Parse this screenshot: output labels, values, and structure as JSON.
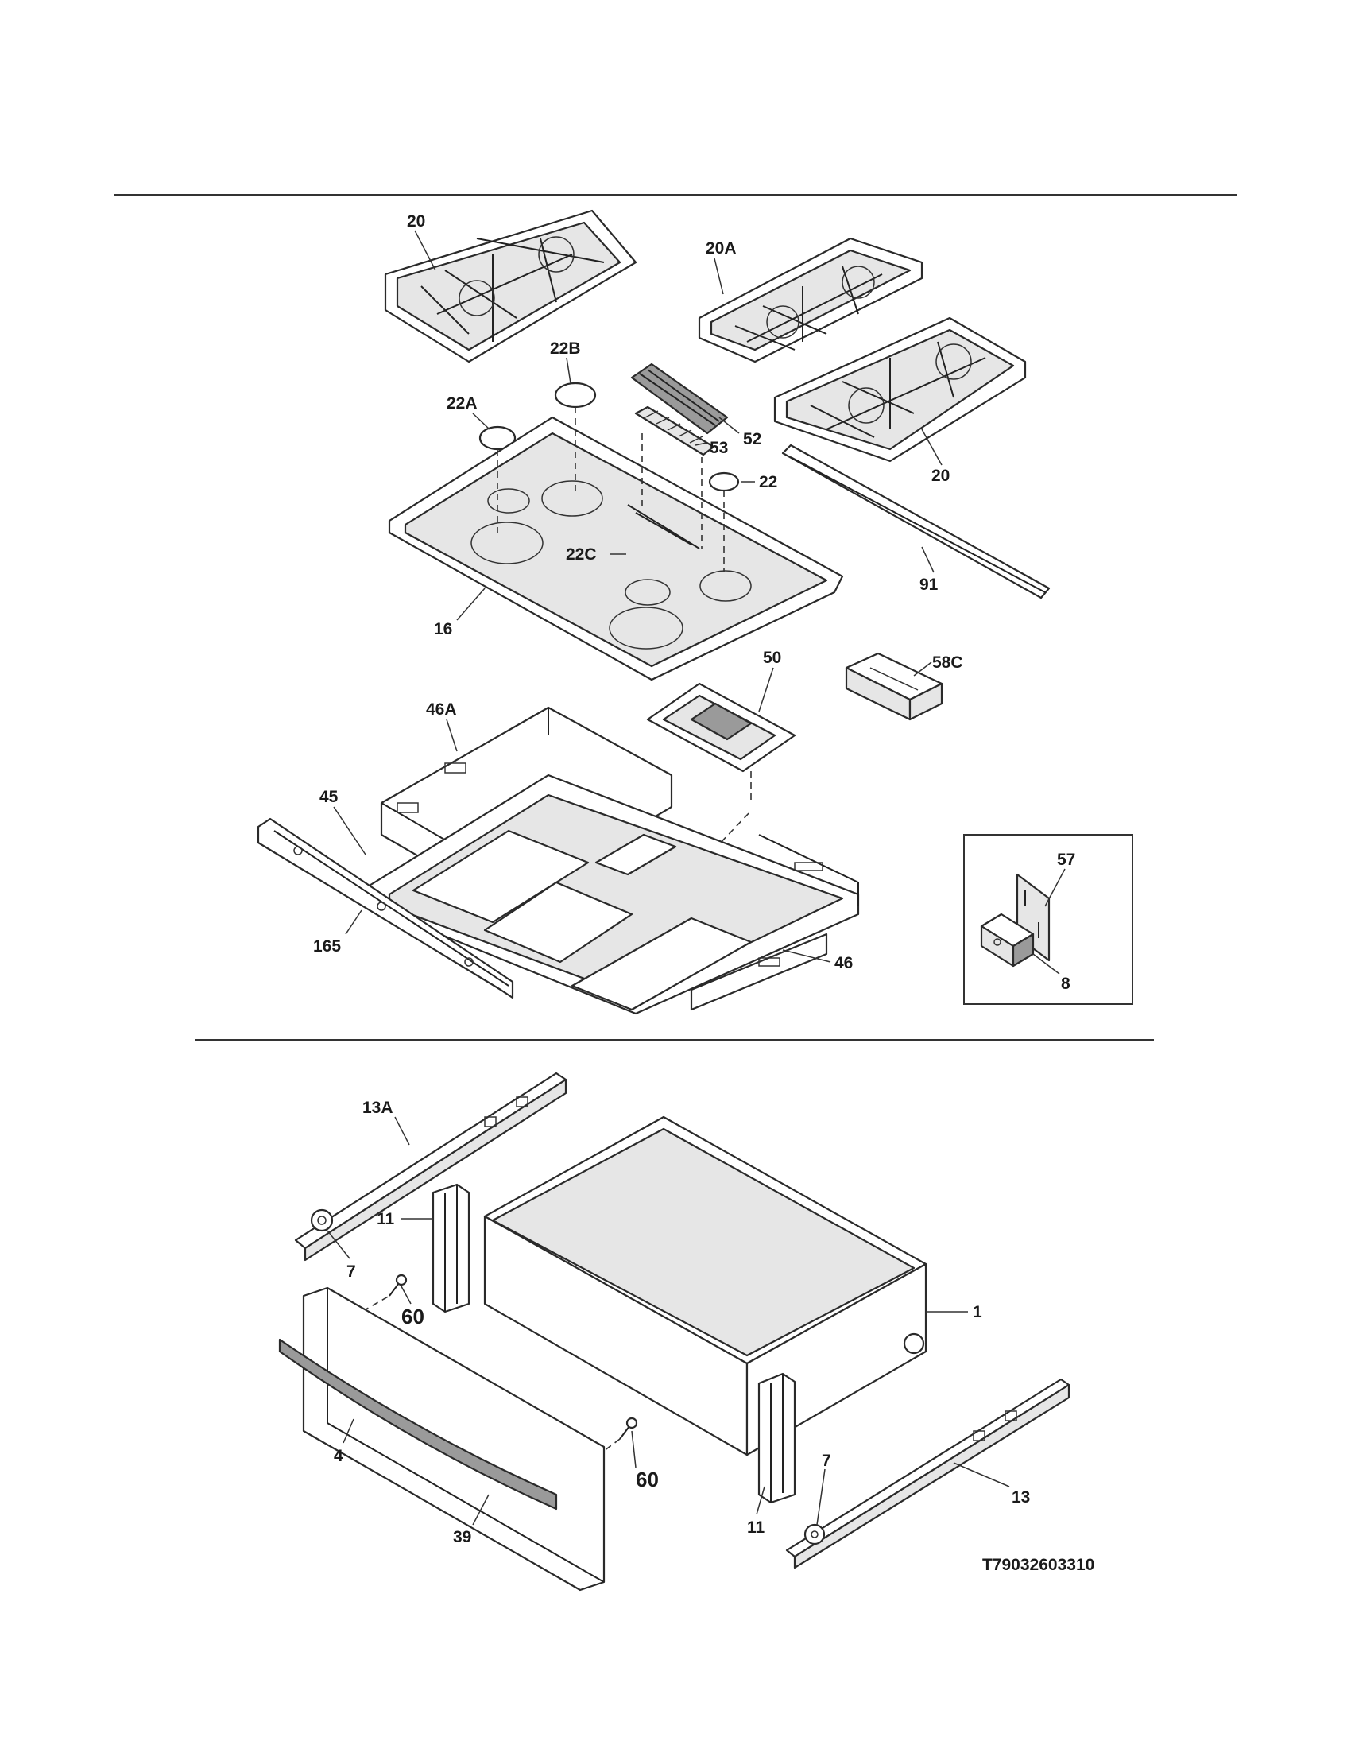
{
  "labels": {
    "l20_top": "20",
    "l20a": "20A",
    "l22b": "22B",
    "l22a": "22A",
    "l52": "52",
    "l53": "53",
    "l22": "22",
    "l20_right": "20",
    "l22c": "22C",
    "l91": "91",
    "l16": "16",
    "l50": "50",
    "l58c": "58C",
    "l46a": "46A",
    "l45": "45",
    "l165": "165",
    "l46": "46",
    "l57": "57",
    "l8": "8",
    "l13a": "13A",
    "l11_left": "11",
    "l7_left": "7",
    "l60_left": "60",
    "l1": "1",
    "l4": "4",
    "l39": "39",
    "l60_right": "60",
    "l7_right": "7",
    "l13": "13",
    "l11_right": "11"
  },
  "figure_code": "T79032603310"
}
